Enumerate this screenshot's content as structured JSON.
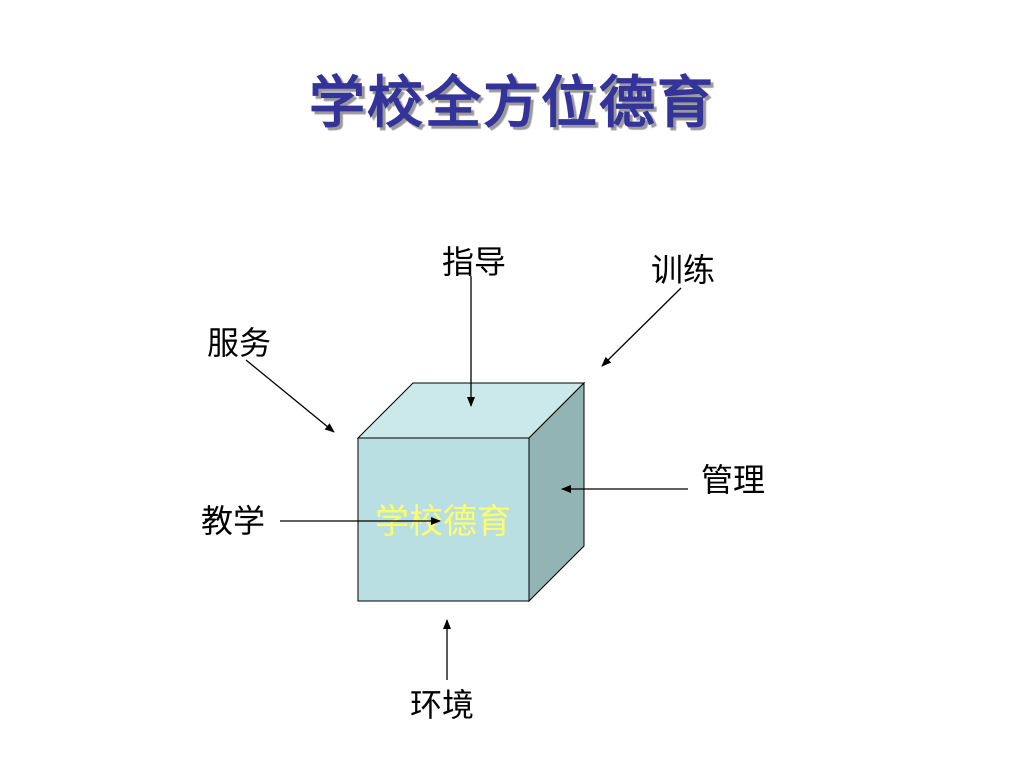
{
  "title": "学校全方位德育",
  "cube": {
    "label": "学校德育",
    "front_color": "#b9dfe2",
    "top_color": "#cbe8ea",
    "side_color": "#93b4b4",
    "label_color": "#ffff66"
  },
  "labels": {
    "guidance": "指导",
    "training": "训练",
    "service": "服务",
    "management": "管理",
    "teaching": "教学",
    "environment": "环境"
  },
  "colors": {
    "title": "#33339a",
    "arrow": "#000000"
  }
}
